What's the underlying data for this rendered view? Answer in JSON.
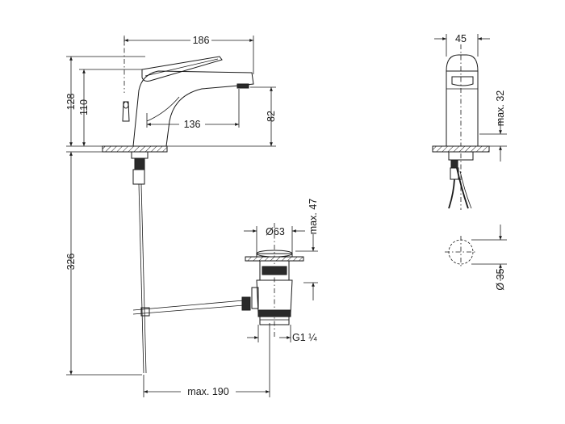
{
  "dimensions": {
    "spout_reach_total": "186",
    "spout_reach": "136",
    "total_height": "128",
    "spout_height": "110",
    "outlet_clearance": "82",
    "rod_length": "326",
    "side_width": "45",
    "side_max_height": "max. 32",
    "waste_diameter": "63",
    "waste_max_height": "max. 47",
    "waste_thread": "G1 ¼",
    "rod_reach": "max. 190",
    "hole_diameter": "35"
  },
  "symbols": {
    "diameter": "Ø"
  },
  "colors": {
    "line": "#1a1a1a",
    "hatch": "#cfcfcf"
  }
}
